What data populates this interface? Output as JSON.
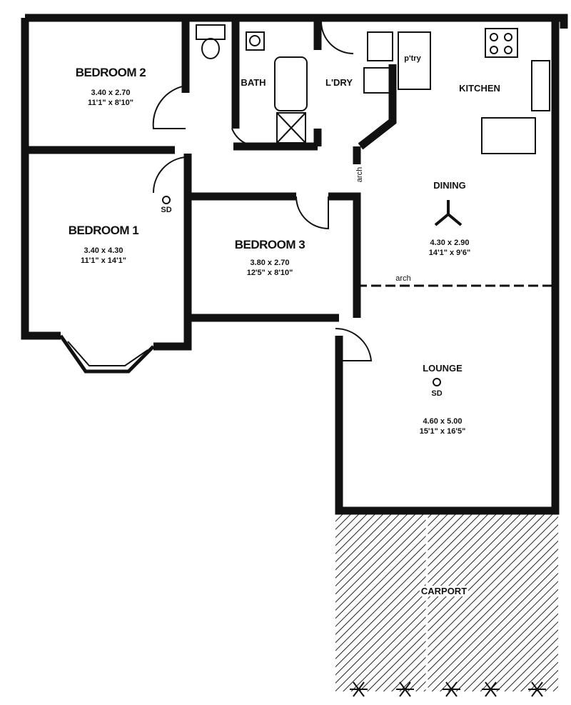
{
  "rooms": {
    "bedroom2": {
      "name": "BEDROOM 2",
      "metric": "3.40 x 2.70",
      "imperial": "11'1\" x 8'10\""
    },
    "bedroom1": {
      "name": "BEDROOM 1",
      "metric": "3.40 x 4.30",
      "imperial": "11'1\" x 14'1\""
    },
    "bedroom3": {
      "name": "BEDROOM 3",
      "metric": "3.80 x 2.70",
      "imperial": "12'5\" x 8'10\""
    },
    "bath": {
      "name": "BATH"
    },
    "laundry": {
      "name": "L'DRY"
    },
    "kitchen": {
      "name": "KITCHEN"
    },
    "pantry": {
      "name": "p'try"
    },
    "dining": {
      "name": "DINING",
      "metric": "4.30 x 2.90",
      "imperial": "14'1\" x 9'6\""
    },
    "lounge": {
      "name": "LOUNGE",
      "metric": "4.60 x 5.00",
      "imperial": "15'1\" x 16'5\""
    },
    "carport": {
      "name": "CARPORT"
    }
  },
  "annotations": {
    "smoke_detector": "SD",
    "arch": "arch"
  },
  "colors": {
    "wall": "#111111",
    "paper": "#ffffff"
  }
}
